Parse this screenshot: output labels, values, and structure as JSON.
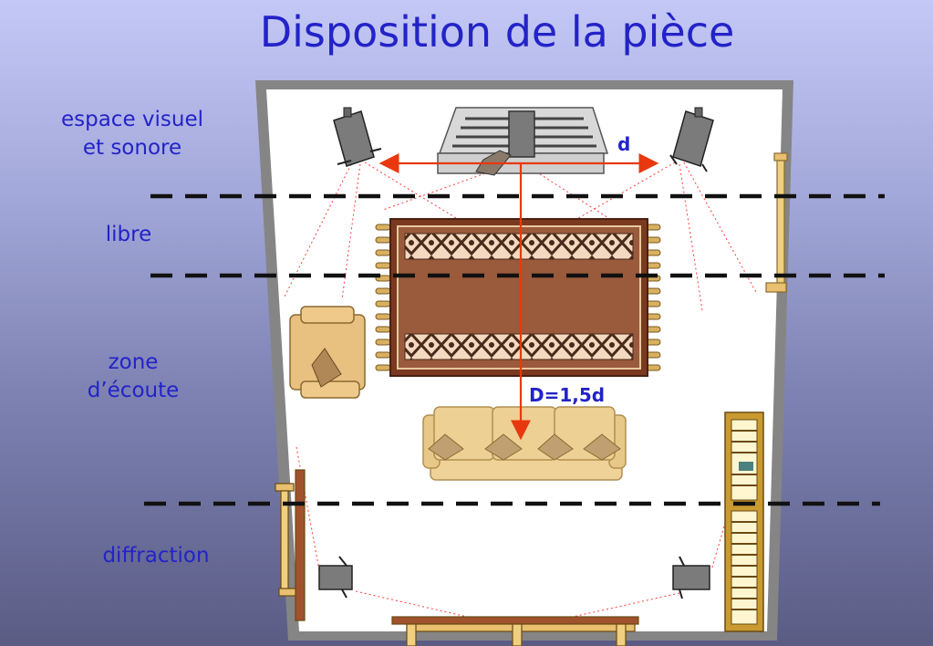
{
  "title": "Disposition de la pièce",
  "zones": {
    "z1_line1": "espace visuel",
    "z1_line2": "et sonore",
    "z2": "libre",
    "z3_line1": "zone",
    "z3_line2": "d’écoute",
    "z4": "diffraction"
  },
  "dimensions": {
    "width_label": "d",
    "depth_label": "D=1,5d"
  },
  "colors": {
    "text": "#2323c8",
    "arrow": "#e8380e",
    "room_wall": "#858585",
    "floor": "#ffffff",
    "sound_ray": "#ff4444",
    "rug": "#9a5a3c"
  }
}
